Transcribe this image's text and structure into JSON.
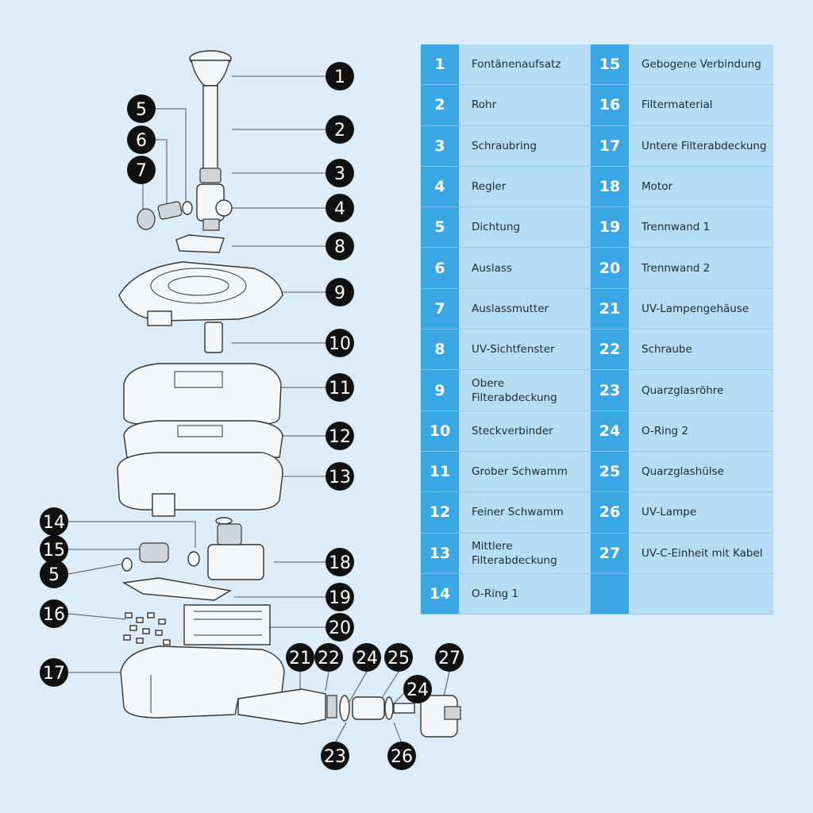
{
  "callouts": [
    "1",
    "2",
    "3",
    "4",
    "5",
    "6",
    "7",
    "8",
    "9",
    "10",
    "11",
    "12",
    "13",
    "14",
    "15",
    "5",
    "16",
    "17",
    "18",
    "19",
    "20",
    "21",
    "22",
    "24",
    "25",
    "24",
    "27",
    "23",
    "26"
  ],
  "legend": [
    {
      "n": "1",
      "label": "Fontänenaufsatz"
    },
    {
      "n": "15",
      "label": "Gebogene Verbindung"
    },
    {
      "n": "2",
      "label": "Rohr"
    },
    {
      "n": "16",
      "label": "Filtermaterial"
    },
    {
      "n": "3",
      "label": "Schraubring"
    },
    {
      "n": "17",
      "label": "Untere Filterabdeckung"
    },
    {
      "n": "4",
      "label": "Regler"
    },
    {
      "n": "18",
      "label": "Motor"
    },
    {
      "n": "5",
      "label": "Dichtung"
    },
    {
      "n": "19",
      "label": "Trennwand 1"
    },
    {
      "n": "6",
      "label": "Auslass"
    },
    {
      "n": "20",
      "label": "Trennwand 2"
    },
    {
      "n": "7",
      "label": "Auslassmutter"
    },
    {
      "n": "21",
      "label": "UV-Lampengehäuse"
    },
    {
      "n": "8",
      "label": "UV-Sichtfenster"
    },
    {
      "n": "22",
      "label": "Schraube"
    },
    {
      "n": "9",
      "label": "Obere Filterabdeckung"
    },
    {
      "n": "23",
      "label": "Quarzglasröhre"
    },
    {
      "n": "10",
      "label": "Steckverbinder"
    },
    {
      "n": "24",
      "label": "O-Ring 2"
    },
    {
      "n": "11",
      "label": "Grober Schwamm"
    },
    {
      "n": "25",
      "label": "Quarzglashülse"
    },
    {
      "n": "12",
      "label": "Feiner Schwamm"
    },
    {
      "n": "26",
      "label": "UV-Lampe"
    },
    {
      "n": "13",
      "label": "Mittlere Filterabdeckung"
    },
    {
      "n": "27",
      "label": "UV-C-Einheit mit Kabel"
    },
    {
      "n": "14",
      "label": "O-Ring 1"
    },
    {
      "n": "",
      "label": ""
    }
  ],
  "colors": {
    "background": "#dcedf9",
    "number_cell": "#38a7e4",
    "label_cell": "#b5ddf6",
    "callout": "#111111"
  }
}
